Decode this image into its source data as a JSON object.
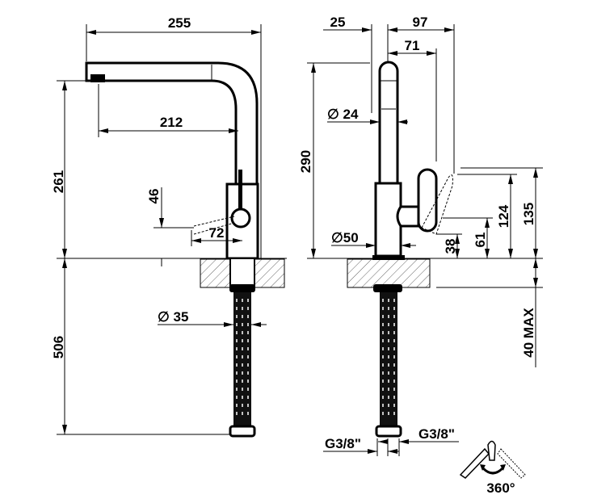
{
  "drawing": {
    "front_view": {
      "width_total": "255",
      "spout_reach": "212",
      "spout_height": "261",
      "handle_height": "46",
      "handle_offset": "72",
      "hose_diameter": "∅ 35",
      "hose_length": "506"
    },
    "side_view": {
      "offset_left": "25",
      "depth_total": "97",
      "handle_depth": "71",
      "overall_height": "290",
      "spout_diameter": "∅ 24",
      "base_diameter": "∅50",
      "handle_top_135": "135",
      "handle_top_124": "124",
      "handle_mid_61": "61",
      "handle_low_38": "38",
      "deck_thickness": "40 MAX",
      "connection_left": "G3/8\"",
      "connection_right": "G3/8\""
    },
    "rotation": {
      "label": "360°"
    }
  }
}
